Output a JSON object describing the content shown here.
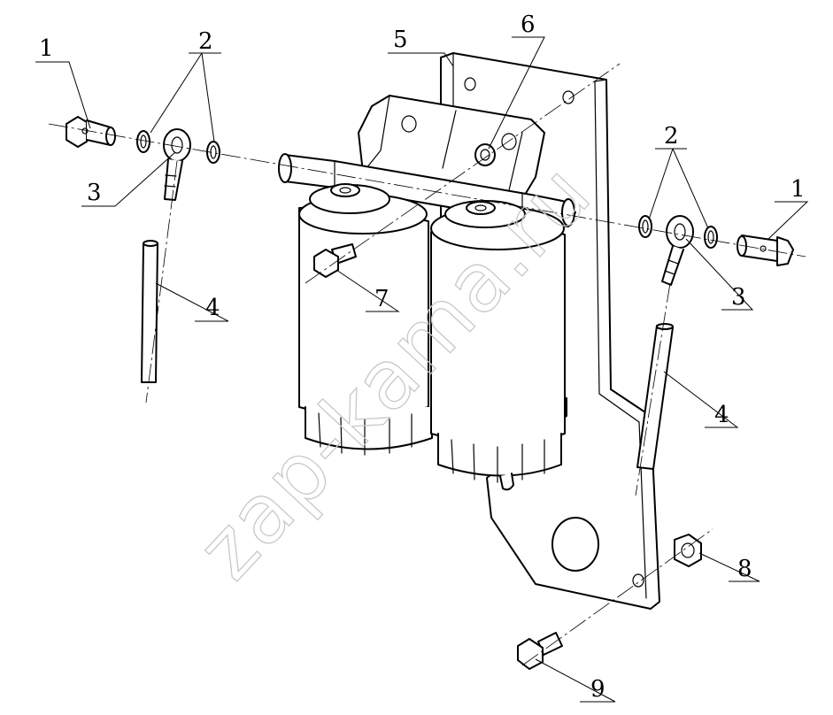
{
  "watermark": "zap-kama.ru",
  "callouts": {
    "c1_left": "1",
    "c2_left": "2",
    "c3_left": "3",
    "c4_left": "4",
    "c5": "5",
    "c6": "6",
    "c7": "7",
    "c1_right": "1",
    "c2_right": "2",
    "c3_right": "3",
    "c4_right": "4",
    "c8": "8",
    "c9": "9"
  }
}
